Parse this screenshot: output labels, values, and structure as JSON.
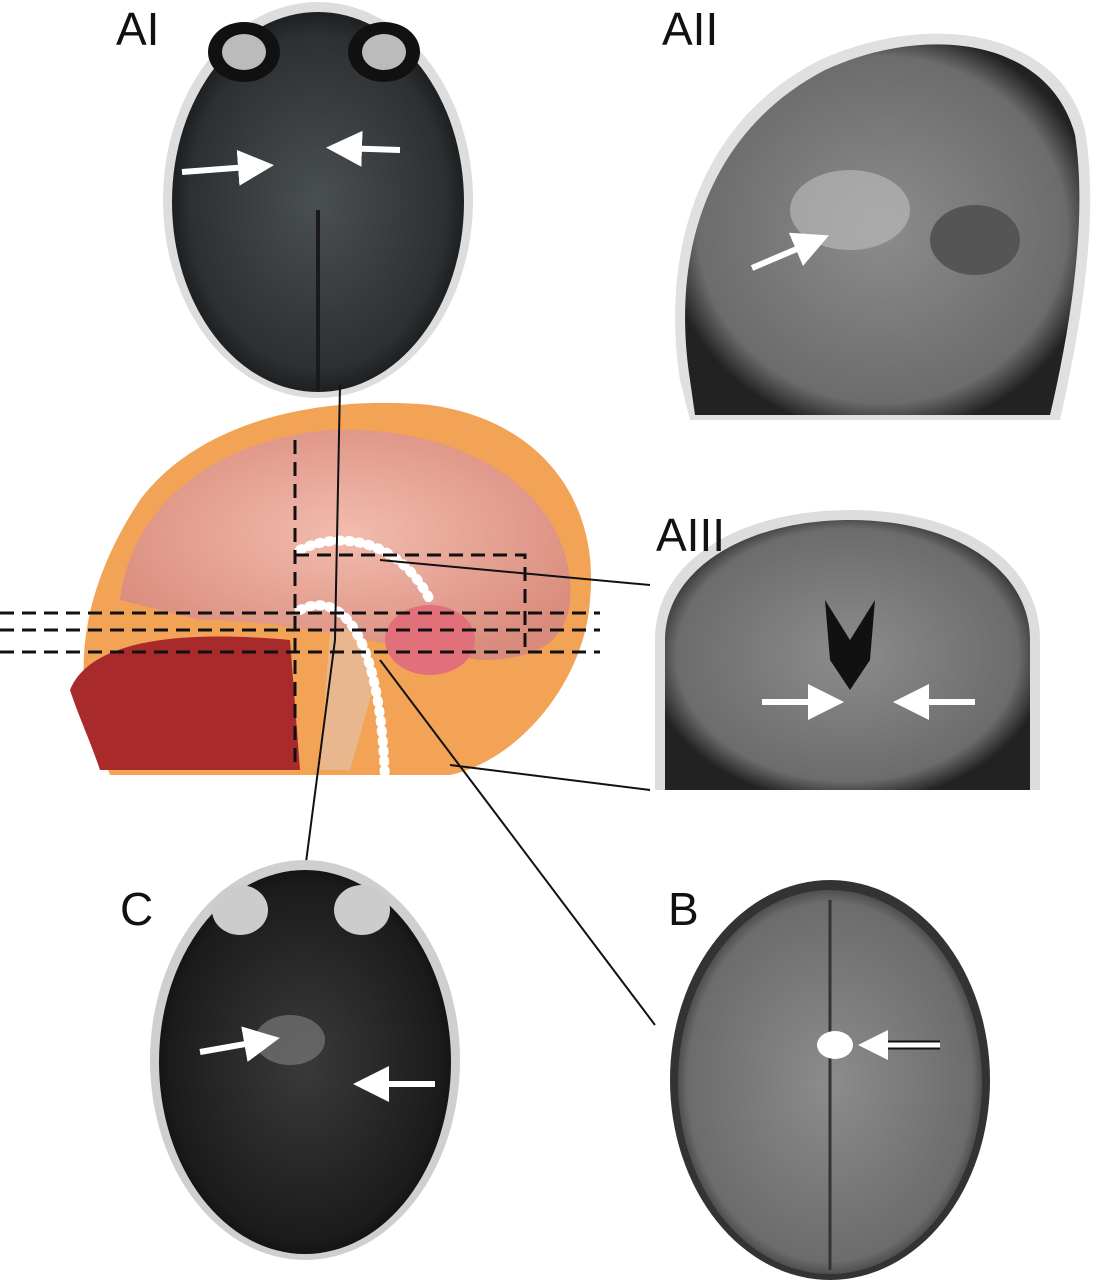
{
  "panels": {
    "a1": {
      "label": "AI"
    },
    "a2": {
      "label": "AII"
    },
    "a3": {
      "label": "AIII"
    },
    "b": {
      "label": "B"
    },
    "c": {
      "label": "C"
    }
  },
  "colors": {
    "background": "#ffffff",
    "arrow": "#ffffff",
    "dashed_line": "#111111",
    "brain_pink": "#e8a394",
    "skull_orange": "#f3a356"
  }
}
